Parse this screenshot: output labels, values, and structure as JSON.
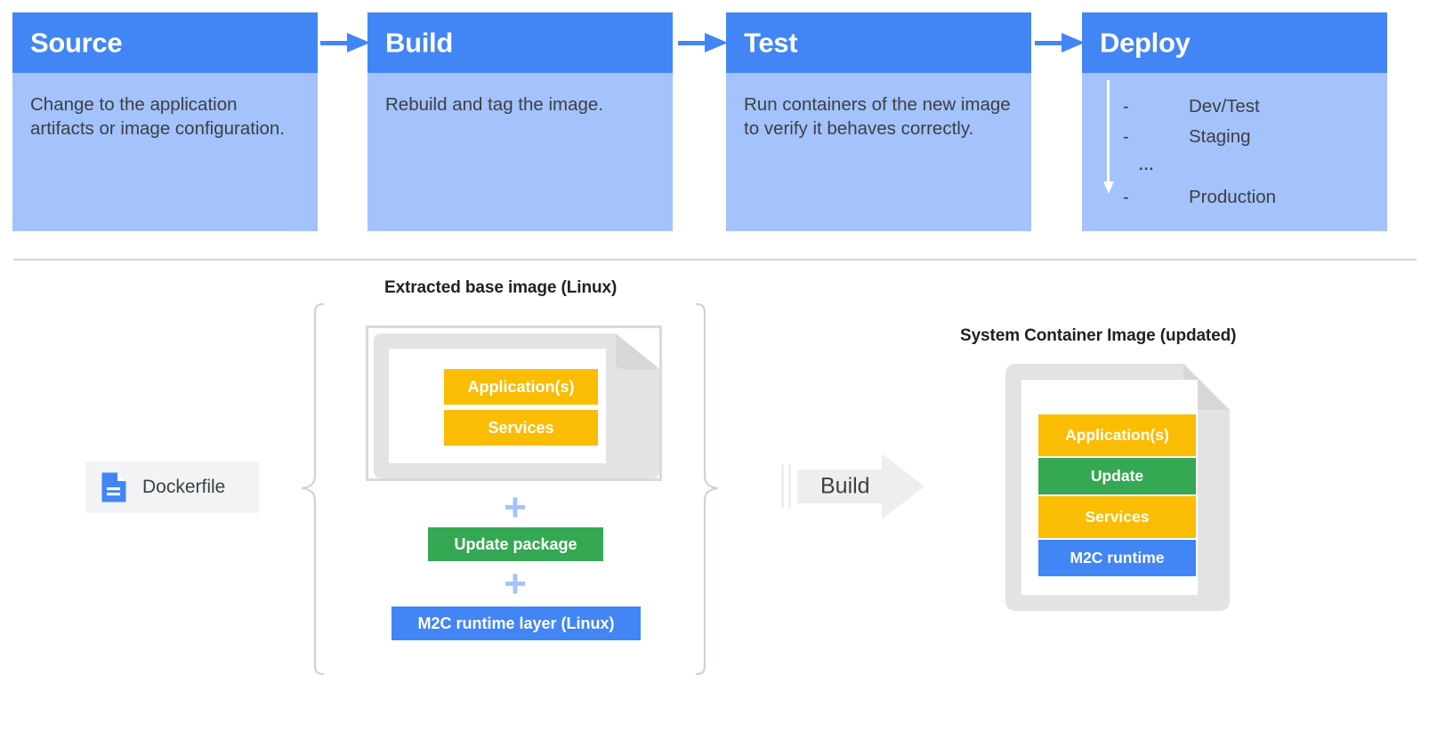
{
  "pipeline": {
    "stages": [
      {
        "title": "Source",
        "desc": "Change to the application artifacts or image configuration."
      },
      {
        "title": "Build",
        "desc": "Rebuild and tag the image."
      },
      {
        "title": "Test",
        "desc": "Run containers of the new image to verify it behaves correctly."
      },
      {
        "title": "Deploy",
        "desc": ""
      }
    ],
    "deploy_list": [
      {
        "marker": "-",
        "label": "Dev/Test"
      },
      {
        "marker": "-",
        "label": "Staging"
      },
      {
        "marker": "...",
        "label": ""
      },
      {
        "marker": "-",
        "label": "Production"
      }
    ],
    "arrow_icon": "arrow-right-icon",
    "deploy_arrow_icon": "arrow-down-icon"
  },
  "build_diagram": {
    "dockerfile": {
      "label": "Dockerfile",
      "icon": "document-icon"
    },
    "left_group": {
      "caption": "Extracted base image (Linux)",
      "base_image_layers": [
        {
          "label": "Application(s)",
          "color": "#FBBC04"
        },
        {
          "label": "Services",
          "color": "#FBBC04"
        }
      ],
      "plus_symbol": "+",
      "added_layers": [
        {
          "label": "Update package",
          "color": "#34A853"
        },
        {
          "label": "M2C runtime layer (Linux)",
          "color": "#4285F4"
        }
      ]
    },
    "build_arrow": {
      "label": "Build",
      "icon": "block-arrow-right-icon"
    },
    "right_group": {
      "caption": "System Container Image (updated)",
      "layers": [
        {
          "label": "Application(s)",
          "color": "#FBBC04"
        },
        {
          "label": "Update",
          "color": "#34A853"
        },
        {
          "label": "Services",
          "color": "#FBBC04"
        },
        {
          "label": "M2C runtime",
          "color": "#4285F4"
        }
      ]
    }
  },
  "colors": {
    "header_blue": "#4285F4",
    "body_blue": "#A4C2FB",
    "yellow": "#FBBC04",
    "green": "#34A853",
    "blue": "#4285F4",
    "gray_doc": "#E2E3E4",
    "text_dark": "#3C4043",
    "divider": "#D2D6DB"
  }
}
